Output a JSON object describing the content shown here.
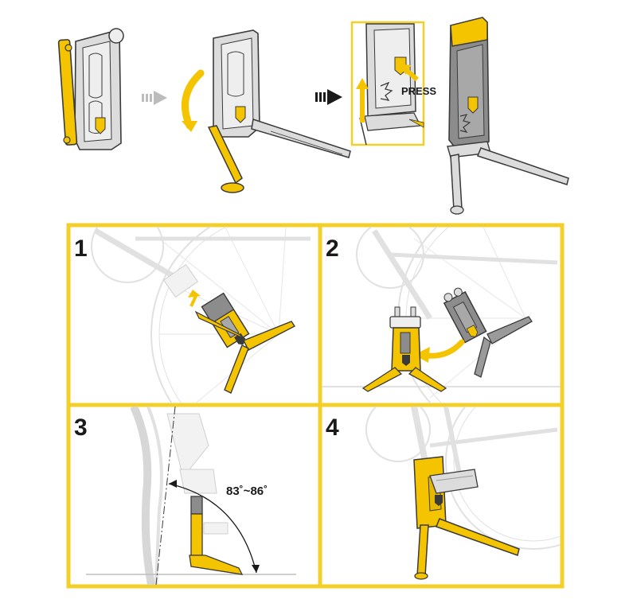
{
  "top_sequence": {
    "press_label": "PRESS"
  },
  "steps": [
    {
      "number": "1"
    },
    {
      "number": "2"
    },
    {
      "number": "3",
      "angle_label": "83˚~86˚"
    },
    {
      "number": "4"
    }
  ],
  "colors": {
    "accent_yellow": "#f5c400",
    "panel_border": "#f3cf2a",
    "outline": "#3a3a3a",
    "light_gray": "#d7d7d7",
    "mid_gray": "#9a9a9a",
    "dark_gray": "#6a6a6a",
    "ghost_bike": "#e1e1e1"
  }
}
